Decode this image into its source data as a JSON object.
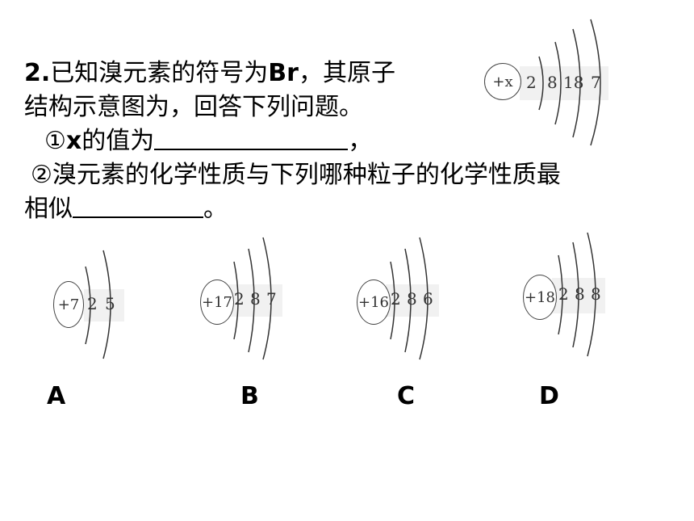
{
  "question": {
    "number": "2.",
    "line1_a": "已知溴元素的符号为",
    "line1_b": "Br",
    "line1_c": "，其原子",
    "line2": "结构示意图为，回答下列问题。",
    "q1_mark": "①",
    "q1_var": "x",
    "q1_text": "的值为",
    "q1_end": "，",
    "q2_text": "②溴元素的化学性质与下列哪种粒子的化学性质最",
    "q2_line2": "相似",
    "q2_end": "。"
  },
  "bromine": {
    "nucleus": "+x",
    "shells": [
      "2",
      "8",
      "18",
      "7"
    ]
  },
  "options": [
    {
      "letter": "A",
      "nucleus": "+7",
      "shells": [
        "2",
        "5"
      ]
    },
    {
      "letter": "B",
      "nucleus": "+17",
      "shells": [
        "2",
        "8",
        "7"
      ]
    },
    {
      "letter": "C",
      "nucleus": "+16",
      "shells": [
        "2",
        "8",
        "6"
      ]
    },
    {
      "letter": "D",
      "nucleus": "+18",
      "shells": [
        "2",
        "8",
        "8"
      ]
    }
  ]
}
